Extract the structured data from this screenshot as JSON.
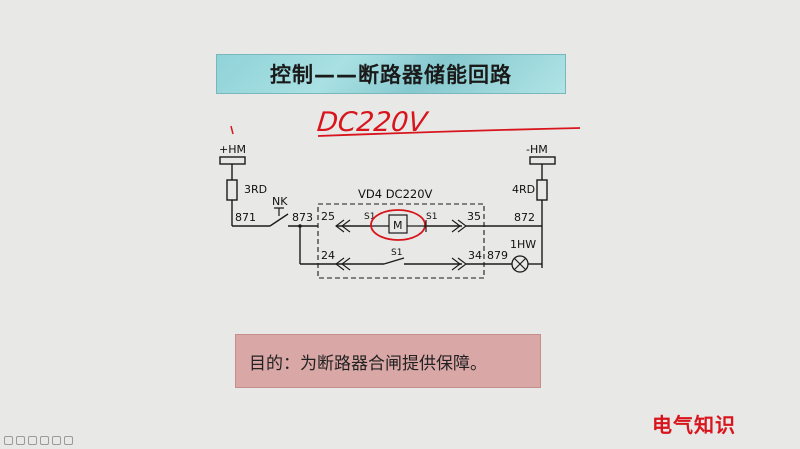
{
  "title": "控制——断路器储能回路",
  "handwritten_note": "DC220V",
  "labels": {
    "plus_hm": "+HM",
    "minus_hm": "-HM",
    "fuse_left": "3RD",
    "fuse_right": "4RD",
    "node_871": "871",
    "contact_nk": "NK",
    "node_873": "873",
    "term_25": "25",
    "s1_left": "S1",
    "motor": "M",
    "s1_right": "S1",
    "term_35": "35",
    "node_872": "872",
    "breaker": "VD4  DC220V",
    "term_24": "24",
    "s1_bottom": "S1",
    "term_34": "34",
    "node_879": "879",
    "lamp": "1HW"
  },
  "purpose": "目的：为断路器合闸提供保障。",
  "logo": "电气知识",
  "colors": {
    "title_bg": "#8fd3d8",
    "purpose_bg": "#d9a7a6",
    "ink_red": "#d8141c",
    "line": "#1a1a1a"
  },
  "toolbar_icons": [
    "pen-icon",
    "eraser-icon",
    "zoom-icon",
    "comment-icon",
    "pointer-icon",
    "grid-icon"
  ]
}
